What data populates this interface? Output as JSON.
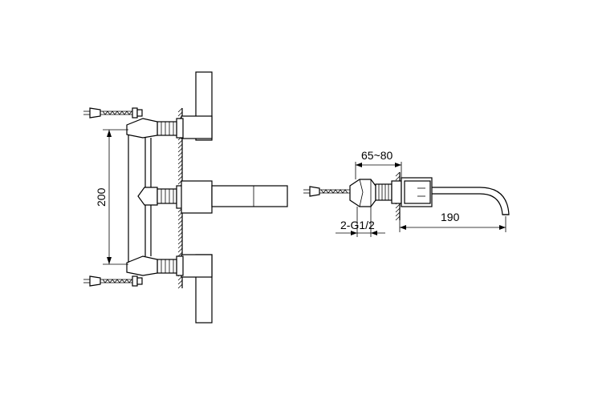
{
  "dimensions": {
    "vertical_spacing": "200",
    "wall_depth_range": "65~80",
    "spout_reach": "190",
    "connection": "2-G1/2"
  }
}
